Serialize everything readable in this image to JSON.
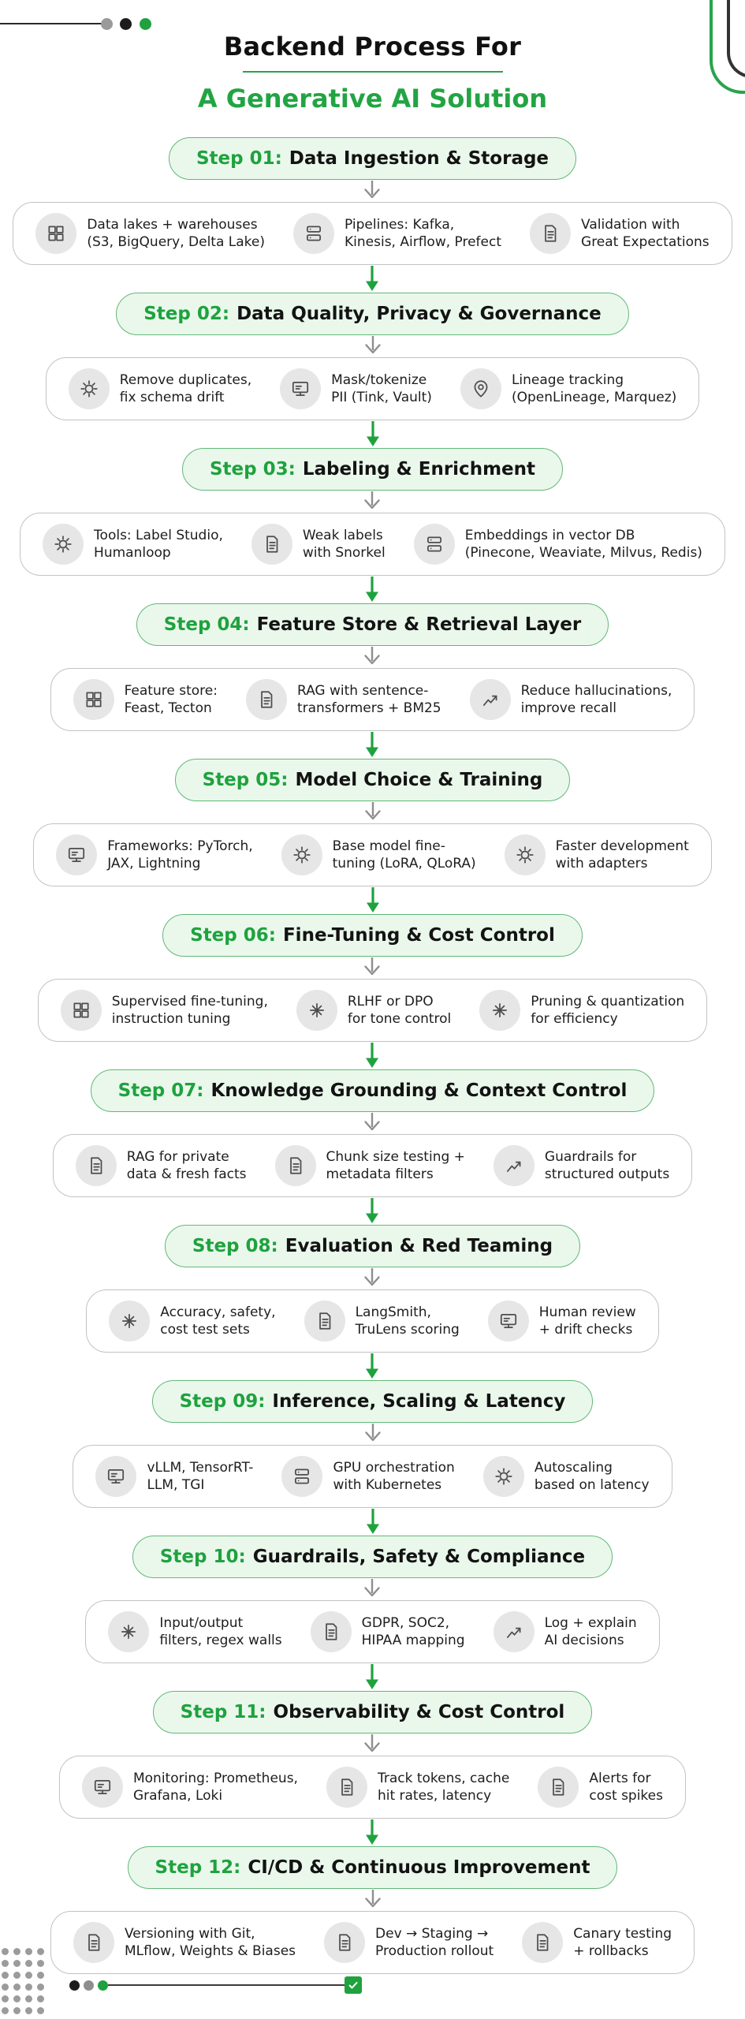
{
  "header": {
    "title_line1": "Backend Process For",
    "title_line2": "A Generative AI Solution"
  },
  "colors": {
    "accent_green": "#1fa23e",
    "pill_background": "#eaf8ec",
    "pill_border": "#62b877",
    "box_border": "#c2c2c2",
    "icon_circle": "#e6e6e6",
    "gray_arrow": "#8e8e8e",
    "text_dark": "#1d1d1d"
  },
  "steps": [
    {
      "label": "Step 01:",
      "title": "Data Ingestion & Storage",
      "items": [
        {
          "icon": "warehouse-icon",
          "text": "Data lakes + warehouses\n(S3, BigQuery, Delta Lake)"
        },
        {
          "icon": "pipeline-icon",
          "text": "Pipelines: Kafka,\nKinesis, Airflow, Prefect"
        },
        {
          "icon": "checklist-icon",
          "text": "Validation with\nGreat Expectations"
        }
      ]
    },
    {
      "label": "Step 02:",
      "title": "Data Quality, Privacy & Governance",
      "items": [
        {
          "icon": "gears-icon",
          "text": "Remove duplicates,\nfix schema drift"
        },
        {
          "icon": "monitor-icon",
          "text": "Mask/tokenize\nPII (Tink, Vault)"
        },
        {
          "icon": "location-pin-icon",
          "text": "Lineage tracking\n(OpenLineage, Marquez)"
        }
      ]
    },
    {
      "label": "Step 03:",
      "title": "Labeling & Enrichment",
      "items": [
        {
          "icon": "gears-icon",
          "text": "Tools: Label Studio,\nHumanloop"
        },
        {
          "icon": "card-icon",
          "text": "Weak labels\nwith Snorkel"
        },
        {
          "icon": "database-icon",
          "text": "Embeddings in vector DB\n(Pinecone, Weaviate, Milvus, Redis)"
        }
      ]
    },
    {
      "label": "Step 04:",
      "title": "Feature Store & Retrieval Layer",
      "items": [
        {
          "icon": "drawer-icon",
          "text": "Feature store:\nFeast, Tecton"
        },
        {
          "icon": "documents-icon",
          "text": "RAG with sentence-\ntransformers + BM25"
        },
        {
          "icon": "trend-up-icon",
          "text": "Reduce hallucinations,\nimprove recall"
        }
      ]
    },
    {
      "label": "Step 05:",
      "title": "Model Choice & Training",
      "items": [
        {
          "icon": "board-icon",
          "text": "Frameworks: PyTorch,\nJAX, Lightning"
        },
        {
          "icon": "gears-icon",
          "text": "Base model fine-\ntuning (LoRA, QLoRA)"
        },
        {
          "icon": "adapter-icon",
          "text": "Faster development\nwith adapters"
        }
      ]
    },
    {
      "label": "Step 06:",
      "title": "Fine-Tuning & Cost Control",
      "items": [
        {
          "icon": "cabinet-icon",
          "text": "Supervised fine-tuning,\ninstruction tuning"
        },
        {
          "icon": "hands-spark-icon",
          "text": "RLHF or DPO\nfor tone control"
        },
        {
          "icon": "network-person-icon",
          "text": "Pruning & quantization\nfor efficiency"
        }
      ]
    },
    {
      "label": "Step 07:",
      "title": "Knowledge Grounding & Context Control",
      "items": [
        {
          "icon": "document-search-icon",
          "text": "RAG for private\ndata & fresh facts"
        },
        {
          "icon": "document-icon",
          "text": "Chunk size testing +\nmetadata filters"
        },
        {
          "icon": "branch-icon",
          "text": "Guardrails for\nstructured outputs"
        }
      ]
    },
    {
      "label": "Step 08:",
      "title": "Evaluation & Red Teaming",
      "items": [
        {
          "icon": "thumbs-up-icon",
          "text": "Accuracy, safety,\ncost test sets"
        },
        {
          "icon": "checklist-pencil-icon",
          "text": "LangSmith,\nTruLens scoring"
        },
        {
          "icon": "browser-icon",
          "text": "Human review\n+ drift checks"
        }
      ]
    },
    {
      "label": "Step 09:",
      "title": "Inference, Scaling & Latency",
      "items": [
        {
          "icon": "code-monitor-icon",
          "text": "vLLM, TensorRT-\nLLM, TGI"
        },
        {
          "icon": "server-icon",
          "text": "GPU orchestration\nwith Kubernetes"
        },
        {
          "icon": "gear-panel-icon",
          "text": "Autoscaling\nbased on latency"
        }
      ]
    },
    {
      "label": "Step 10:",
      "title": "Guardrails, Safety & Compliance",
      "items": [
        {
          "icon": "filter-icon",
          "text": "Input/output\nfilters, regex walls"
        },
        {
          "icon": "compliance-doc-icon",
          "text": "GDPR, SOC2,\nHIPAA mapping"
        },
        {
          "icon": "decision-path-icon",
          "text": "Log + explain\nAI decisions"
        }
      ]
    },
    {
      "label": "Step 11:",
      "title": "Observability & Cost Control",
      "items": [
        {
          "icon": "dashboard-icon",
          "text": "Monitoring: Prometheus,\nGrafana, Loki"
        },
        {
          "icon": "scroll-icon",
          "text": "Track tokens, cache\nhit rates, latency"
        },
        {
          "icon": "alert-doc-icon",
          "text": "Alerts for\ncost spikes"
        }
      ]
    },
    {
      "label": "Step 12:",
      "title": "CI/CD & Continuous Improvement",
      "items": [
        {
          "icon": "versions-icon",
          "text": "Versioning with Git,\nMLflow, Weights & Biases"
        },
        {
          "icon": "page-icon",
          "text": "Dev → Staging →\nProduction rollout"
        },
        {
          "icon": "canary-test-icon",
          "text": "Canary testing\n+ rollbacks"
        }
      ]
    }
  ]
}
